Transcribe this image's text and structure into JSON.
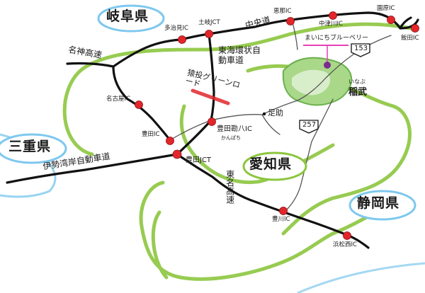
{
  "prefectures": {
    "gifu": "岐阜県",
    "mie": "三重県",
    "aichi": "愛知県",
    "shizuoka": "静岡県"
  },
  "roads": {
    "chuo": "中央道",
    "meishin": "名神高速",
    "tokai_kanjo": "東海環状自動車道",
    "isewangan": "伊勢湾岸自動車道",
    "tomei": "東名高速",
    "sanage_green": "猿投グリーンロード",
    "route_153": "153",
    "route_257": "257"
  },
  "interchanges": {
    "tajimi": "多治見IC",
    "toki_jct": "土岐JCT",
    "ena": "恵那IC",
    "nakatsugawa": "中津川IC",
    "sonohara": "園原IC",
    "iida": "飯田IC",
    "nagoya": "名古屋IC",
    "toyota_kanpachi": "豊田勘八IC",
    "toyota_kanpachi_reading": "かんぱち",
    "toyota_ic": "豊田IC",
    "toyota_jct": "豊田JCT",
    "toyokawa": "豊川IC",
    "hamamatsu_nishi": "浜松西IC"
  },
  "places": {
    "inabu": "稲武",
    "inabu_reading": "いなぶ",
    "asuke": "足助",
    "mairai_berry": "まいにちブルーベリー"
  },
  "colors": {
    "green_line": "#8cc63f",
    "forest_fill": "#a8d888",
    "forest_stroke": "#6ab04c",
    "water": "#7ec8ee",
    "ic_red": "#e3262b",
    "road_black": "#111111",
    "local_road": "#555555",
    "highlight_pink": "#e840b4",
    "farm_purple": "#7b2d8e",
    "ellipse_fill": "#ffffff"
  }
}
